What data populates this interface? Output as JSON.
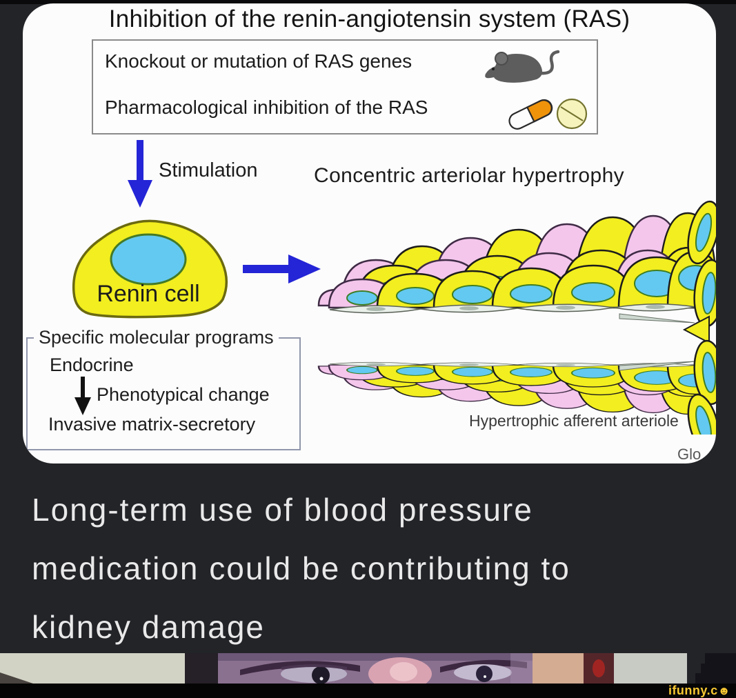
{
  "page": {
    "background": "#232428",
    "top_bar_color": "#0a0a0c",
    "bottom_bar_color": "#050505"
  },
  "diagram": {
    "title": "Inhibition of the renin-angiotensin system (RAS)",
    "top_box": {
      "line1": "Knockout or mutation of RAS genes",
      "line2": "Pharmacological inhibition of the RAS",
      "icons": [
        "mouse-icon",
        "capsule-icon",
        "tablet-icon"
      ]
    },
    "stimulation_label": "Stimulation",
    "right_heading": "Concentric arteriolar hypertrophy",
    "renin_cell_label": "Renin cell",
    "programs_box": {
      "header": "Specific molecular programs",
      "row1": "Endocrine",
      "row2": "Phenotypical change",
      "row3": "Invasive matrix-secretory"
    },
    "arteriole_label": "Hypertrophic afferent arteriole",
    "corner_partial_label": "Glo",
    "colors": {
      "arrow_blue": "#2425d6",
      "cell_yellow": "#f2ee1f",
      "cell_pink": "#f4c6ec",
      "nucleus_blue": "#63c9f0",
      "renin_outline": "#6b6a10",
      "mouse_gray": "#5d5d5d",
      "capsule_orange": "#ef930b",
      "tablet_cream": "#f6f3bd",
      "box_border": "#8a8a8a",
      "programs_box_border": "#9096ac"
    }
  },
  "caption": {
    "line1": "Long-term use of blood pressure",
    "line2": "medication could be contributing to",
    "line3": "kidney damage",
    "color": "#e9e9ea"
  },
  "footer": {
    "brand_text": "ifunny.c",
    "brand_face": "☻",
    "brand_color": "#f8c832"
  }
}
